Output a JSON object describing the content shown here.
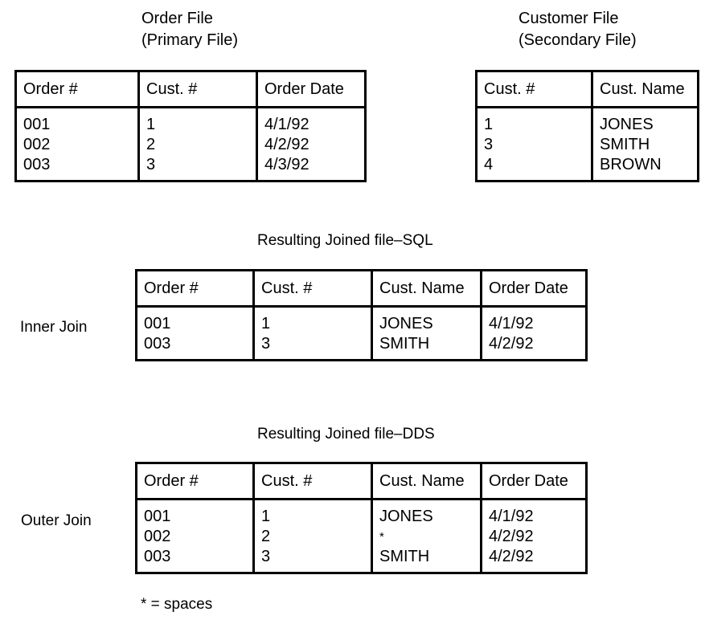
{
  "source_tables": [
    {
      "title_line1": "Order File",
      "title_line2": "(Primary File)",
      "columns": [
        "Order #",
        "Cust. #",
        "Order Date"
      ],
      "rows": [
        [
          "001",
          "1",
          "4/1/92"
        ],
        [
          "002",
          "2",
          "4/2/92"
        ],
        [
          "003",
          "3",
          "4/3/92"
        ]
      ]
    },
    {
      "title_line1": "Customer File",
      "title_line2": "(Secondary File)",
      "columns": [
        "Cust. #",
        "Cust. Name"
      ],
      "rows": [
        [
          "1",
          "JONES"
        ],
        [
          "3",
          "SMITH"
        ],
        [
          "4",
          "BROWN"
        ]
      ]
    }
  ],
  "result_tables": [
    {
      "title": "Resulting Joined file–SQL",
      "side_label": "Inner Join",
      "columns": [
        "Order #",
        "Cust. #",
        "Cust. Name",
        "Order Date"
      ],
      "rows": [
        [
          "001",
          "1",
          "JONES",
          "4/1/92"
        ],
        [
          "003",
          "3",
          "SMITH",
          "4/2/92"
        ]
      ]
    },
    {
      "title": "Resulting Joined file–DDS",
      "side_label": "Outer Join",
      "columns": [
        "Order #",
        "Cust. #",
        "Cust. Name",
        "Order Date"
      ],
      "rows": [
        [
          "001",
          "1",
          "JONES",
          "4/1/92"
        ],
        [
          "002",
          "2",
          "*",
          "4/2/92"
        ],
        [
          "003",
          "3",
          "SMITH",
          "4/2/92"
        ]
      ]
    }
  ],
  "footnote": "* = spaces",
  "colors": {
    "ink": "#000000",
    "paper": "#ffffff"
  }
}
